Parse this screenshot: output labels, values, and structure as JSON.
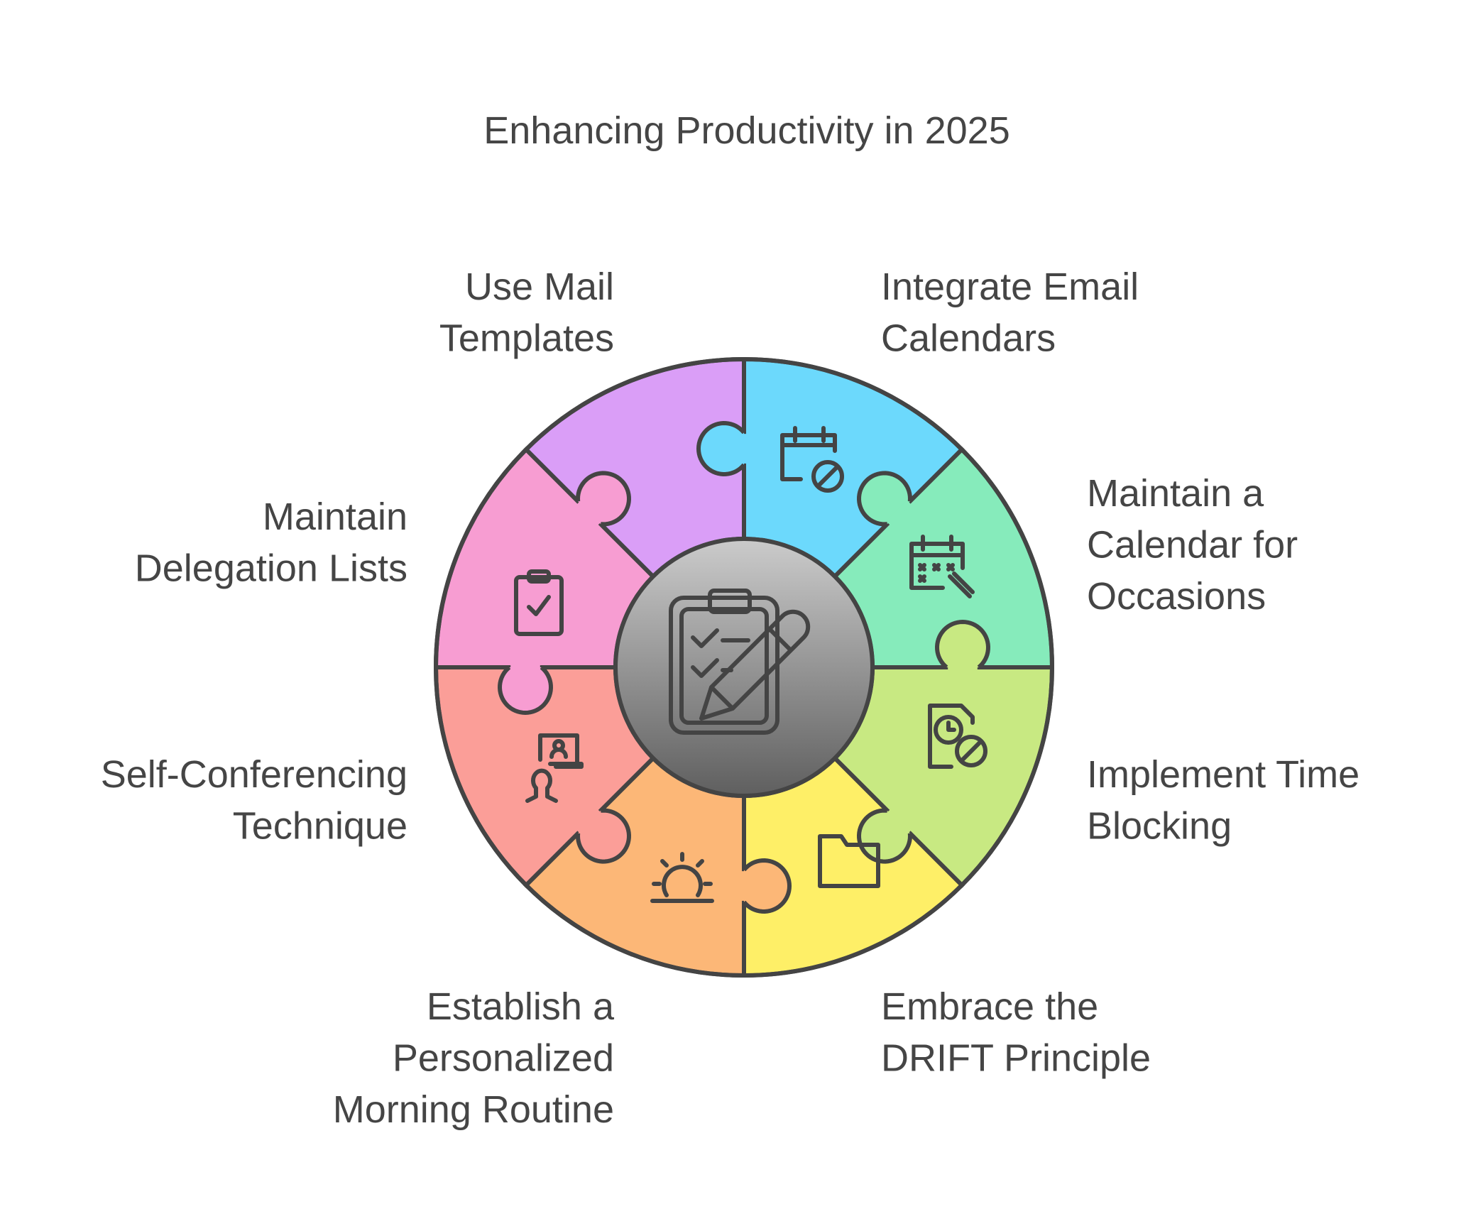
{
  "title": "Enhancing Productivity in 2025",
  "colors": {
    "stroke": "#444444",
    "center_top": "#cbcbcb",
    "center_bottom": "#5f5f5f"
  },
  "segments": [
    {
      "id": "integrate-email-calendars",
      "lines": [
        "Integrate Email",
        "Calendars"
      ],
      "color": "#6CD9FC",
      "icon": "calendar-block-icon"
    },
    {
      "id": "maintain-calendar-occasions",
      "lines": [
        "Maintain a",
        "Calendar for",
        "Occasions"
      ],
      "color": "#86EBBB",
      "icon": "calendar-edit-icon"
    },
    {
      "id": "implement-time-blocking",
      "lines": [
        "Implement Time",
        "Blocking"
      ],
      "color": "#C8E982",
      "icon": "document-clock-icon"
    },
    {
      "id": "embrace-drift",
      "lines": [
        "Embrace the",
        "DRIFT Principle"
      ],
      "color": "#FEEF67",
      "icon": "folder-icon"
    },
    {
      "id": "morning-routine",
      "lines": [
        "Establish a",
        "Personalized",
        "Morning Routine"
      ],
      "color": "#FCB777",
      "icon": "sunrise-icon"
    },
    {
      "id": "self-conferencing",
      "lines": [
        "Self-Conferencing",
        "Technique"
      ],
      "color": "#FB9E98",
      "icon": "video-conference-icon"
    },
    {
      "id": "delegation-lists",
      "lines": [
        "Maintain",
        "Delegation Lists"
      ],
      "color": "#F79DD2",
      "icon": "clipboard-check-icon"
    },
    {
      "id": "mail-templates",
      "lines": [
        "Use Mail",
        "Templates"
      ],
      "color": "#DA9EF7",
      "icon": "phone-mail-icon"
    }
  ],
  "center_icon": "clipboard-pencil-icon"
}
